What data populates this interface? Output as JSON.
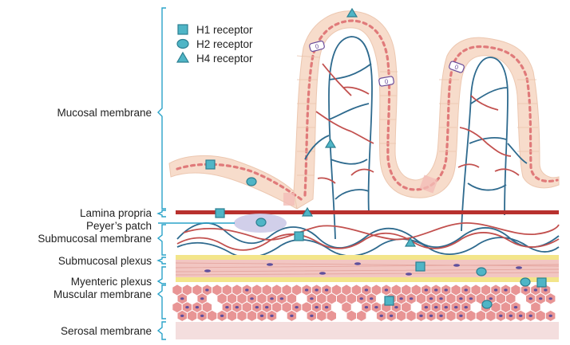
{
  "legend": {
    "h1": "H1 receptor",
    "h2": "H2 receptor",
    "h4": "H4 receptor"
  },
  "layers": {
    "mucosal": "Mucosal membrane",
    "lamina": "Lamina propria",
    "peyers": "Peyer’s patch",
    "submucosal": "Submucosal membrane",
    "submucosal_plexus": "Submucosal plexus",
    "myenteric": "Myenteric plexus",
    "muscular": "Muscular membrane",
    "serosal": "Serosal membrane"
  },
  "cell_mark": "0",
  "colors": {
    "bracket": "#2aa3c9",
    "receptor_fill": "#4fb5c6",
    "receptor_stroke": "#2c7f91",
    "vein": "#2e6a8e",
    "artery": "#c2504e",
    "epithelium": "#f7dccb",
    "nucleus": "#e07a7a",
    "lamina_band": "#b8312e",
    "plexus": "#f3e58a",
    "muscle": "#f2c6c2",
    "muscle_cell": "#e89595",
    "serosa": "#f4dede",
    "peyers": "#c9c7e6"
  }
}
